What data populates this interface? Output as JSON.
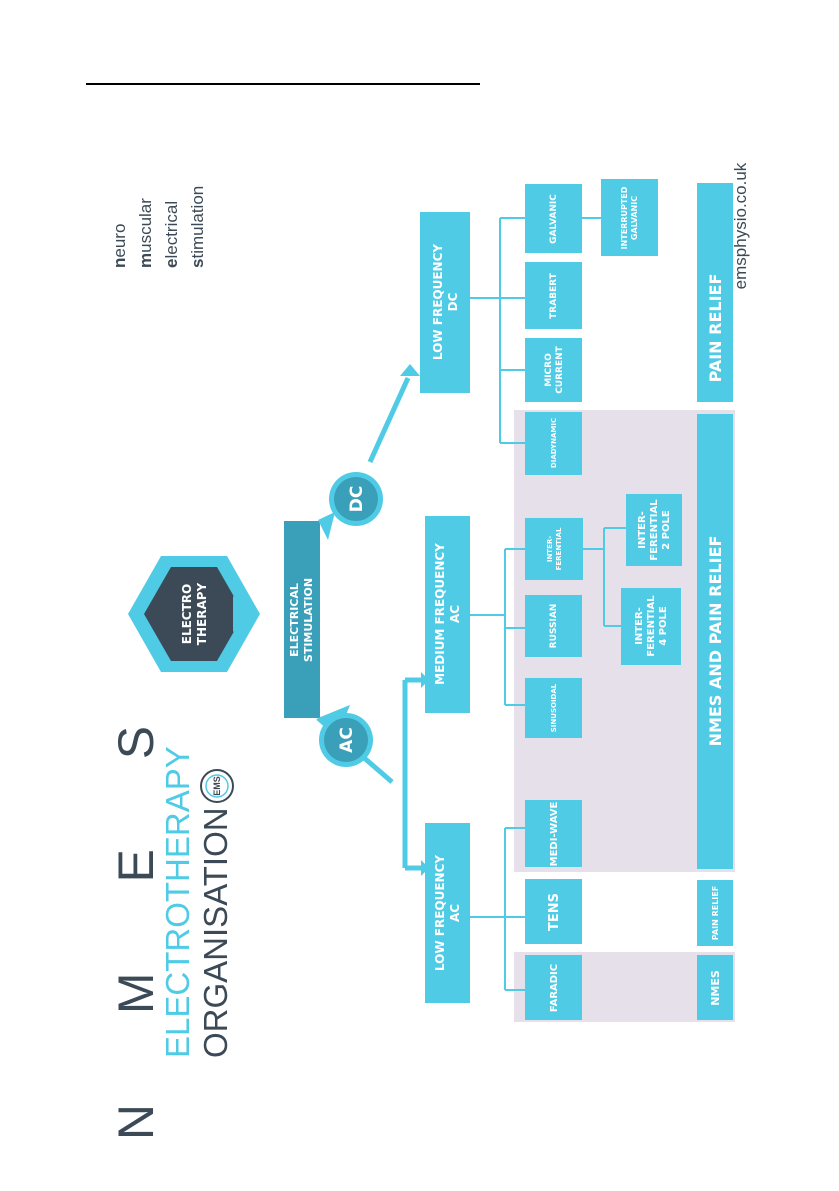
{
  "brand": {
    "letters": "N M E S",
    "line2": "ELECTROTHERAPY",
    "line3": "ORGANISATION",
    "logo": "EMS",
    "colors": {
      "cyan": "#4fcbe6",
      "dark": "#3b4a56",
      "teal": "#3a9fb8",
      "shade": "#e6e0ea"
    }
  },
  "acronym": [
    {
      "bold": "n",
      "rest": "euro"
    },
    {
      "bold": "m",
      "rest": "uscular"
    },
    {
      "bold": "e",
      "rest": "lectrical"
    },
    {
      "bold": "s",
      "rest": "timulation"
    }
  ],
  "website": "emsphysio.co.uk",
  "root": {
    "line1": "ELECTRO",
    "line2": "THERAPY"
  },
  "stimulation": {
    "line1": "ELECTRICAL",
    "line2": "STIMULATION"
  },
  "branches": {
    "ac": "AC",
    "dc": "DC"
  },
  "categories": {
    "lf_ac": {
      "line1": "LOW FREQUENCY",
      "line2": "AC"
    },
    "mf_ac": {
      "line1": "MEDIUM FREQUENCY",
      "line2": "AC"
    },
    "lf_dc": {
      "line1": "LOW FREQUENCY",
      "line2": "DC"
    }
  },
  "modalities": {
    "faradic": "FARADIC",
    "tens": "TENS",
    "mediwave": "MEDI-WAVE",
    "sinusoidal": "SINUSOIDAL",
    "russian": "RUSSIAN",
    "interferential": {
      "line1": "INTER-",
      "line2": "FERENTIAL"
    },
    "if4": {
      "line1": "INTER-",
      "line2": "FERENTIAL",
      "line3": "4 POLE"
    },
    "if2": {
      "line1": "INTER-",
      "line2": "FERENTIAL",
      "line3": "2 POLE"
    },
    "diadynamic": "DIADYNAMIC",
    "microcurrent": {
      "line1": "MICRO",
      "line2": "CURRENT"
    },
    "trabert": "TRABERT",
    "galvanic": "GALVANIC",
    "int_galvanic": {
      "line1": "INTERRUPTED",
      "line2": "GALVANIC"
    }
  },
  "uses": {
    "nmes": "NMES",
    "pain_relief_small": "PAIN RELIEF",
    "nmes_and_pain": "NMES AND PAIN RELIEF",
    "pain_relief_big": "PAIN RELIEF"
  }
}
